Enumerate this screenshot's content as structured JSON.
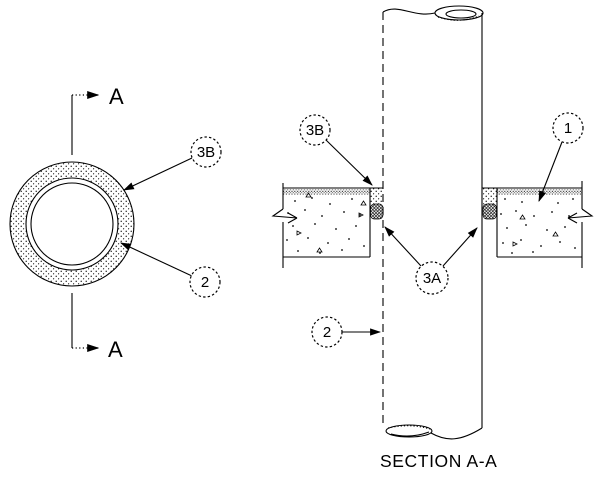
{
  "drawing": {
    "ink_color": "#000000",
    "paper_color": "#ffffff",
    "title": "SECTION A-A",
    "plan_view": {
      "section_marker_top": "A",
      "section_marker_bottom": "A",
      "callout_seal": "3B",
      "callout_pipe": "2"
    },
    "section_view": {
      "callout_seal_top": "3B",
      "callout_slab": "1",
      "callout_backing": "3A",
      "callout_pipe": "2"
    }
  }
}
